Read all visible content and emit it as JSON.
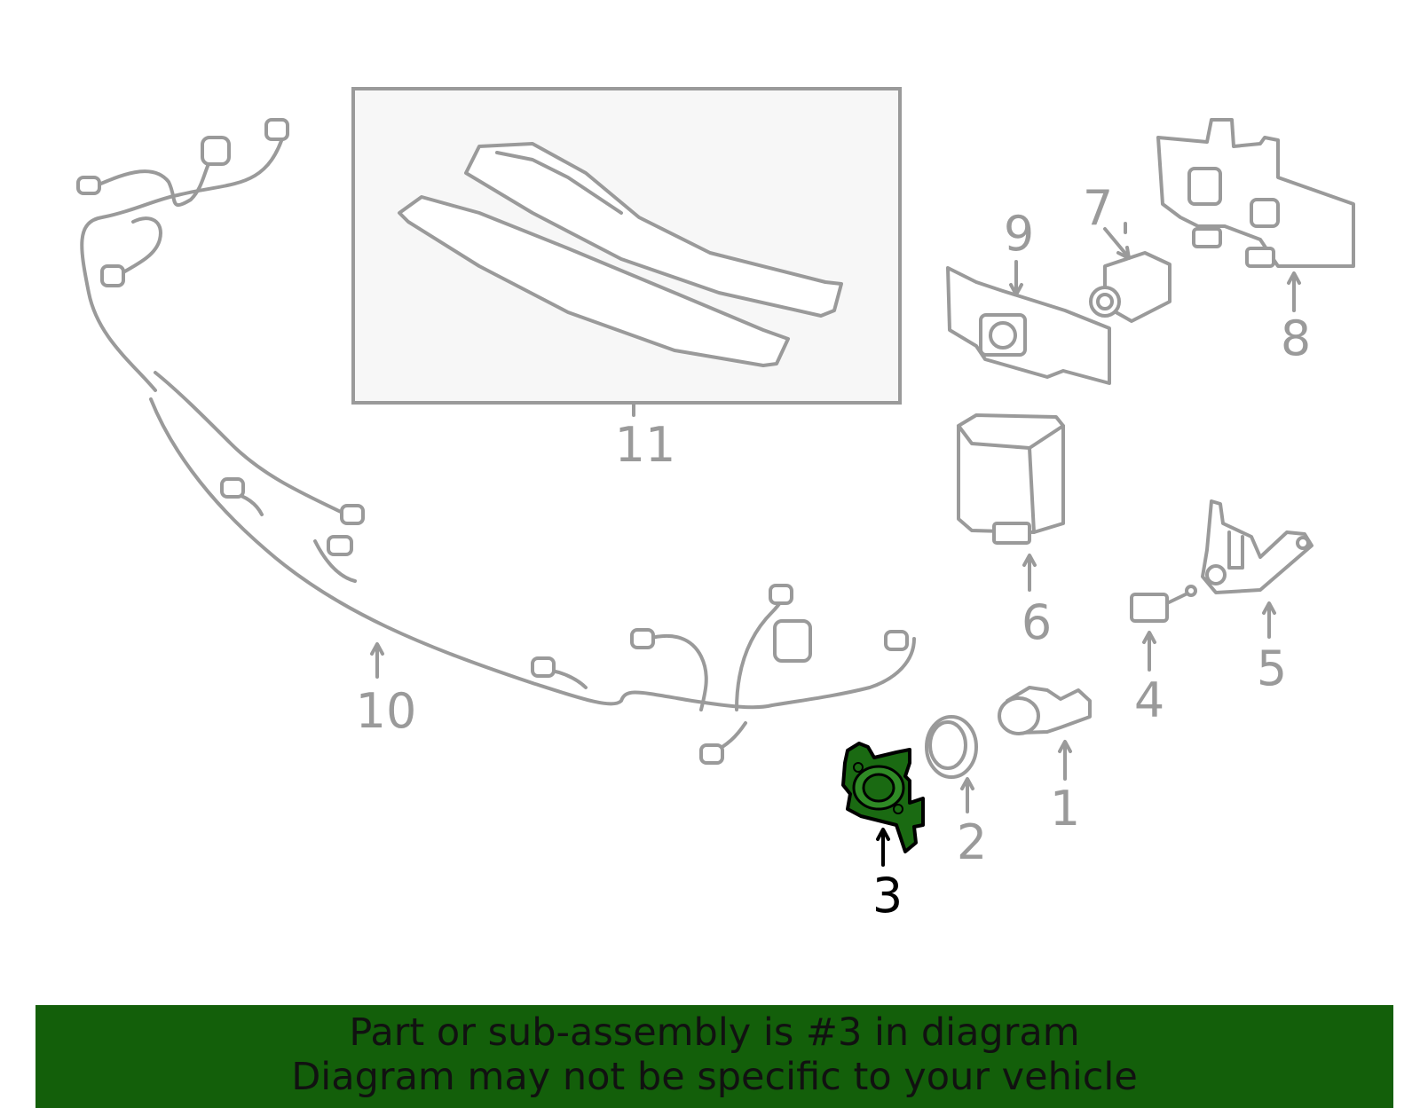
{
  "diagram": {
    "callouts": {
      "c1": "1",
      "c2": "2",
      "c3": "3",
      "c4": "4",
      "c5": "5",
      "c6": "6",
      "c7": "7",
      "c8": "8",
      "c9": "9",
      "c10": "10",
      "c11": "11"
    },
    "highlight_part": "3",
    "highlight_color": "#1a6a12",
    "line_color": "#9a9a9a"
  },
  "banner": {
    "line1": "Part or sub-assembly is #3 in diagram",
    "line2": "Diagram may not be specific to your vehicle",
    "color": "#135f0a"
  }
}
